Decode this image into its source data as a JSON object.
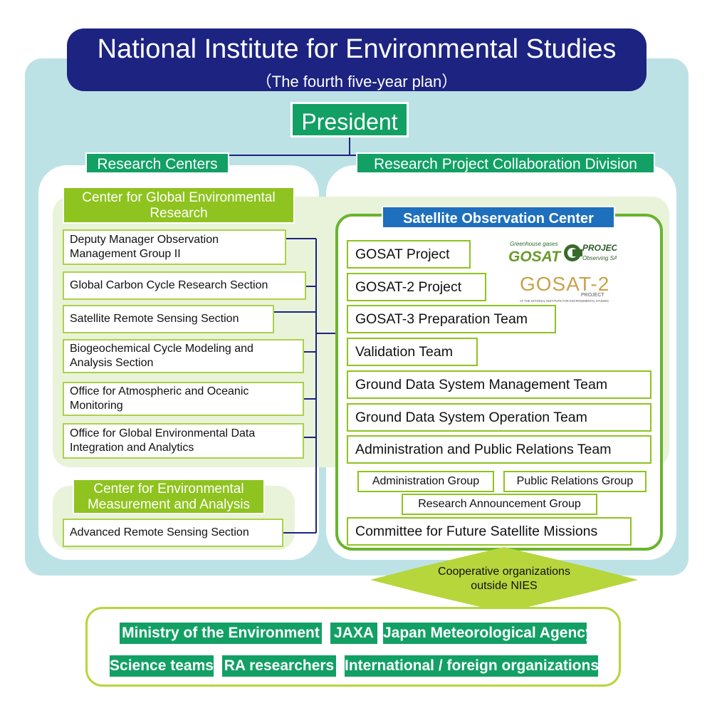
{
  "header": {
    "title": "National Institute for Environmental Studies",
    "subtitle": "（The fourth five-year plan）"
  },
  "president": "President",
  "research_centers": {
    "label": "Research Centers",
    "cger": {
      "label": "Center for Global Environmental Research",
      "sections": [
        "Deputy Manager Observation Management Group II",
        "Global Carbon Cycle Research Section",
        "Satellite Remote Sensing Section",
        "Biogeochemical Cycle Modeling and Analysis Section",
        "Office for Atmospheric and Oceanic Monitoring",
        "Office for Global Environmental Data Integration and Analytics"
      ]
    },
    "cema": {
      "label": "Center for Environmental Measurement and Analysis",
      "sections": [
        "Advanced Remote Sensing Section"
      ]
    }
  },
  "division": {
    "label": "Research Project Collaboration Division",
    "soc": {
      "label": "Satellite Observation Center",
      "teams": [
        "GOSAT Project",
        "GOSAT-2 Project",
        "GOSAT-3 Preparation Team",
        "Validation Team",
        "Ground Data System Management Team",
        "Ground Data System Operation Team",
        "Administration and Public Relations Team"
      ],
      "groups": [
        "Administration Group",
        "Public Relations Group",
        "Research Announcement Group"
      ],
      "committee": "Committee for Future Satellite Missions"
    }
  },
  "logos": {
    "gosat": {
      "tagline": "Greenhouse gases",
      "name": "GOSAT",
      "project": "PROJECT",
      "motto": "Observing SATellite"
    },
    "gosat2": {
      "name": "GOSAT-2",
      "project": "PROJECT",
      "affiliation": "AT THE NATIONAL INSTITUTE FOR ENVIRONMENTAL STUDIES"
    }
  },
  "cooperative": "Cooperative organizations outside NIES",
  "external_orgs": [
    "Ministry of the Environment",
    "JAXA",
    "Japan Meteorological Agency",
    "Science teams",
    "RA researchers",
    "International / foreign organizations"
  ],
  "colors": {
    "navy": "#1d2380",
    "teal_green": "#12a065",
    "lime": "#8fc31f",
    "light_blue_bg": "#bde2e6",
    "pale_green": "#e9f3da",
    "blue": "#1e6fbd"
  }
}
